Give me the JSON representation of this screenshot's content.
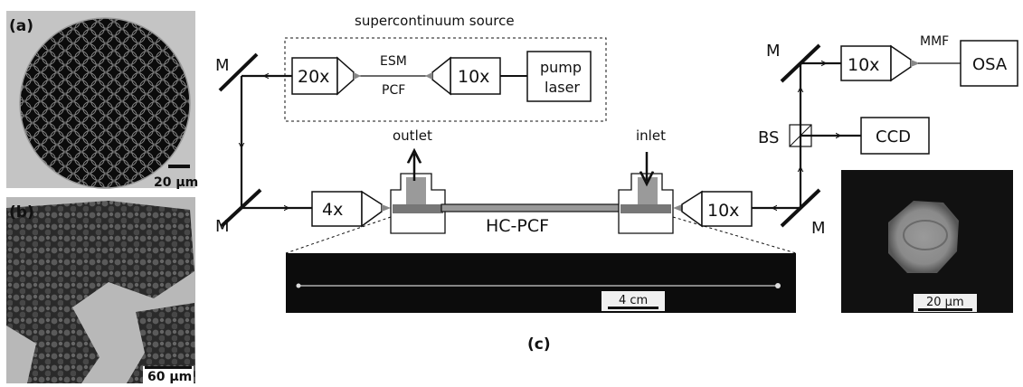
{
  "panels": {
    "a": {
      "tag": "(a)",
      "scale_bar": "20 µm"
    },
    "b": {
      "tag": "(b)",
      "scale_bar": "60 µm"
    },
    "c": {
      "tag": "(c)"
    }
  },
  "setup": {
    "source_title": "supercontinuum source",
    "obj_20x": "20x",
    "esm": "ESM",
    "pcf": "PCF",
    "obj_10x_src": "10x",
    "pump_line1": "pump",
    "pump_line2": "laser",
    "mirror_label": "M",
    "outlet": "outlet",
    "inlet": "inlet",
    "obj_4x": "4x",
    "hcpcf": "HC-PCF",
    "obj_10x_in": "10x",
    "obj_10x_det": "10x",
    "mmf": "MMF",
    "osa": "OSA",
    "bs": "BS",
    "ccd": "CCD",
    "fiber_scale": "4 cm",
    "mode_scale": "20 µm"
  }
}
